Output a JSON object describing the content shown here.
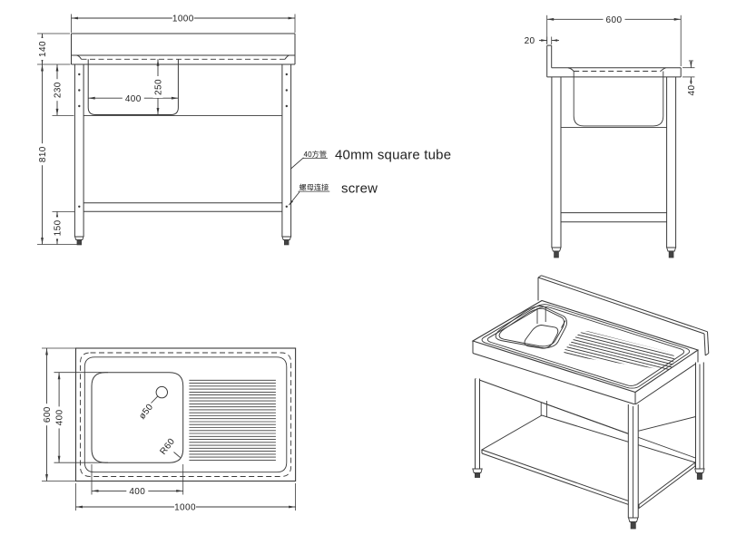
{
  "drawing": {
    "background": "#ffffff",
    "line_color": "#3a3a3a",
    "views": {
      "front": {
        "dims": {
          "overall_width": "1000",
          "top_height": "140",
          "bowl_drop": "230",
          "under_height": "810",
          "foot_height": "150",
          "bowl_width": "400",
          "bowl_depth": "250"
        },
        "callouts": [
          {
            "cn": "40方管",
            "en": "40mm square tube"
          },
          {
            "cn": "螺母连接",
            "en": "screw"
          }
        ]
      },
      "side": {
        "dims": {
          "overall_depth": "600",
          "splash_thickness": "20",
          "top_thickness": "40"
        }
      },
      "plan": {
        "dims": {
          "overall_depth": "600",
          "bowl_depth": "400",
          "bowl_width": "400",
          "overall_width": "1000",
          "drain_hole": "ø50",
          "corner_radius": "R60"
        }
      }
    }
  }
}
